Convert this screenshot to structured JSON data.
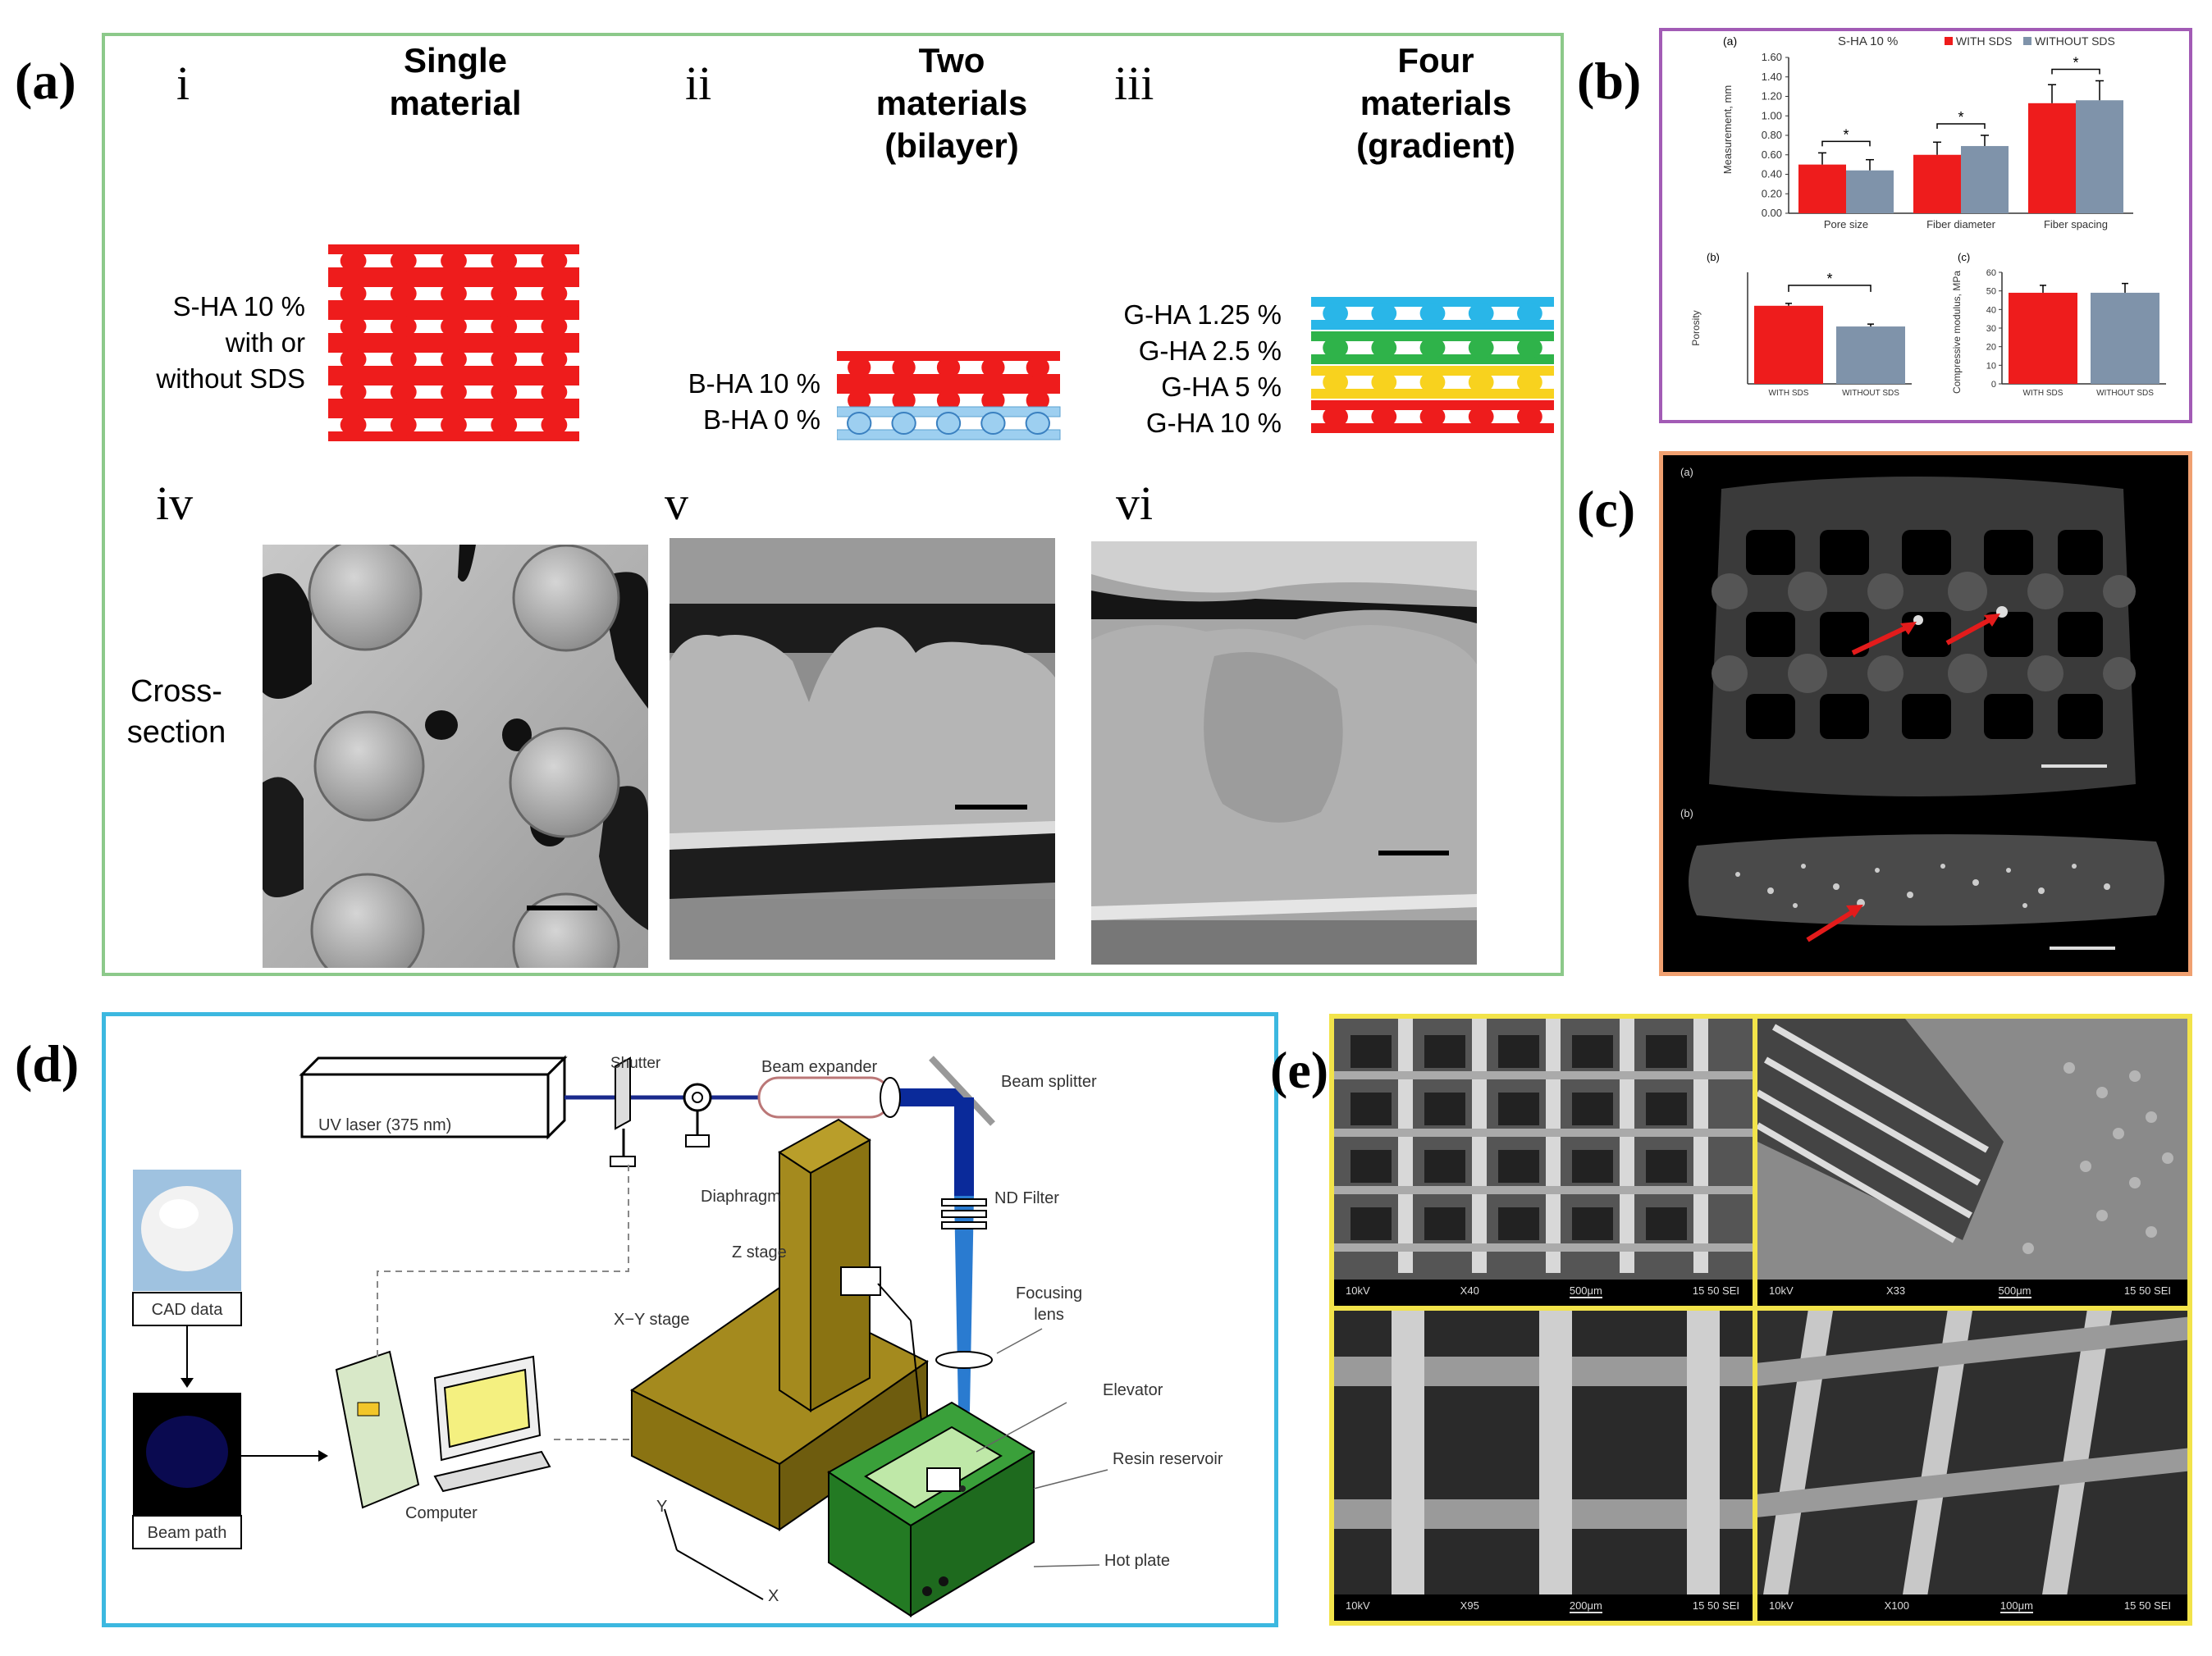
{
  "panels": {
    "a": {
      "label": "(a)",
      "columns": [
        {
          "numeral": "i",
          "title": [
            "Single",
            "material"
          ]
        },
        {
          "numeral": "ii",
          "title": [
            "Two",
            "materials",
            "(bilayer)"
          ]
        },
        {
          "numeral": "iii",
          "title": [
            "Four",
            "materials",
            "(gradient)"
          ]
        }
      ],
      "single_labels": [
        "S-HA 10 %",
        "with or",
        "without SDS"
      ],
      "bilayer_labels": [
        "B-HA 10 %",
        "B-HA 0 %"
      ],
      "gradient_labels": [
        "G-HA 1.25 %",
        "G-HA 2.5 %",
        "G-HA 5 %",
        "G-HA 10 %"
      ],
      "row2_numerals": [
        "iv",
        "v",
        "vi"
      ],
      "cross_section_label": [
        "Cross-",
        "section"
      ]
    },
    "b": {
      "label": "(b)"
    },
    "c": {
      "label": "(c)",
      "sub_a": "(a)",
      "sub_b": "(b)"
    },
    "d": {
      "label": "(d)",
      "uv_laser": "UV laser (375 nm)",
      "shutter": "Shutter",
      "beam_expander": "Beam expander",
      "beam_splitter": "Beam splitter",
      "diaphragm": "Diaphragm",
      "nd_filter": "ND Filter",
      "z_stage": "Z stage",
      "xy_stage": "X−Y stage",
      "focusing_lens": [
        "Focusing",
        "lens"
      ],
      "elevator": "Elevator",
      "resin_reservoir": "Resin reservoir",
      "hot_plate": "Hot plate",
      "cad_data": "CAD data",
      "beam_path": "Beam path",
      "computer": "Computer",
      "axis_x": "X",
      "axis_y": "Y"
    },
    "e": {
      "label": "(e)",
      "captions": [
        [
          "10kV",
          "X40",
          "500μm",
          "15 50 SEI"
        ],
        [
          "10kV",
          "X33",
          "500μm",
          "15 50 SEI"
        ],
        [
          "10kV",
          "X95",
          "200μm",
          "15 50 SEI"
        ],
        [
          "10kV",
          "X100",
          "100μm",
          "15 50 SEI"
        ]
      ]
    }
  },
  "chart_data": [
    {
      "type": "bar",
      "title": "S-HA 10 %",
      "panel_tag": "(a)",
      "categories": [
        "Pore size",
        "Fiber diameter",
        "Fiber spacing"
      ],
      "series": [
        {
          "name": "WITH SDS",
          "values": [
            0.5,
            0.6,
            1.13
          ]
        },
        {
          "name": "WITHOUT SDS",
          "values": [
            0.44,
            0.69,
            1.16
          ]
        }
      ],
      "errors": [
        [
          0.12,
          0.13,
          0.19
        ],
        [
          0.11,
          0.11,
          0.2
        ]
      ],
      "ylabel": "Measurement, mm",
      "ylim": [
        0,
        1.6
      ],
      "yticks": [
        "0.00",
        "0.20",
        "0.40",
        "0.60",
        "0.80",
        "1.00",
        "1.20",
        "1.40",
        "1.60"
      ],
      "significance": "*",
      "colors": [
        "#ee1c1c",
        "#7f93aa"
      ]
    },
    {
      "type": "bar",
      "panel_tag": "(b)",
      "categories": [
        "WITH SDS",
        "WITHOUT SDS"
      ],
      "values": [
        0.49,
        0.36
      ],
      "errors": [
        0.015,
        0.015
      ],
      "ylabel": "Porosity",
      "significance": "*",
      "colors": [
        "#ee1c1c",
        "#7f93aa"
      ]
    },
    {
      "type": "bar",
      "panel_tag": "(c)",
      "categories": [
        "WITH SDS",
        "WITHOUT SDS"
      ],
      "values": [
        49,
        49
      ],
      "errors": [
        4,
        5
      ],
      "ylabel": "Compressive modulus, MPa",
      "ylim": [
        0,
        60
      ],
      "yticks": [
        "0",
        "10",
        "20",
        "30",
        "40",
        "50",
        "60"
      ],
      "colors": [
        "#ee1c1c",
        "#7f93aa"
      ]
    }
  ],
  "colors": {
    "frame_a": "#8cc98a",
    "frame_b": "#a25bb5",
    "frame_c": "#f0a070",
    "frame_d": "#3cb8e0",
    "frame_e": "#f2e34a",
    "red": "#ee1c1c",
    "blue": "#9dcff0",
    "green": "#2fb34a",
    "yellow": "#f8d21e",
    "cyan": "#29b6e8"
  }
}
